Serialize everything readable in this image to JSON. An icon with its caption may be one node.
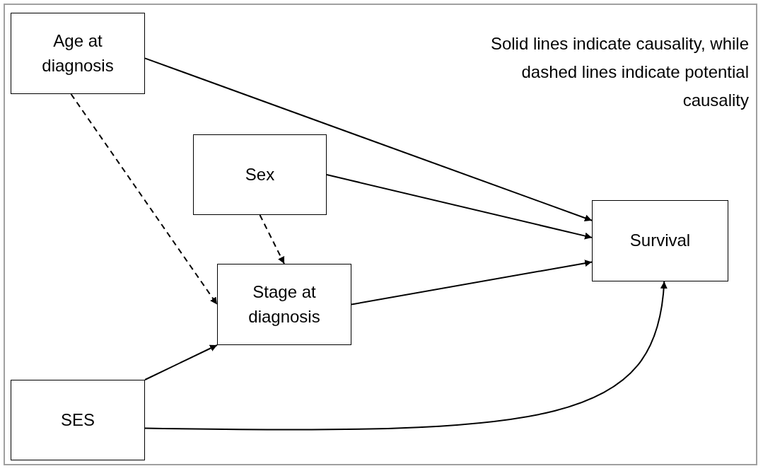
{
  "diagram": {
    "nodes": [
      {
        "text": [
          "Age at diagnosis"
        ]
      },
      {
        "text": [
          "Sex"
        ]
      },
      {
        "text": [
          "Survival"
        ]
      },
      {
        "text": [
          "Stage at diagnosis"
        ]
      },
      {
        "text": [
          "SES"
        ]
      }
    ],
    "edges": [
      {
        "from": 0,
        "to": 2,
        "arrow": "to"
      },
      {
        "from": 1,
        "to": 2,
        "arrow": "to"
      },
      {
        "from": 3,
        "to": 2,
        "arrow": "to"
      },
      {
        "from": 0,
        "to": 3,
        "arrow": "to",
        "style": "dashed"
      },
      {
        "from": 1,
        "to": 3,
        "arrow": "to",
        "style": "dashed"
      },
      {
        "from": 4,
        "to": 3,
        "arrow": "to"
      },
      {
        "from": 4,
        "to": 2,
        "arrow": "to"
      }
    ],
    "labels": [
      "Solid lines indicate causality, while dashed lines indicate potential causality"
    ]
  }
}
